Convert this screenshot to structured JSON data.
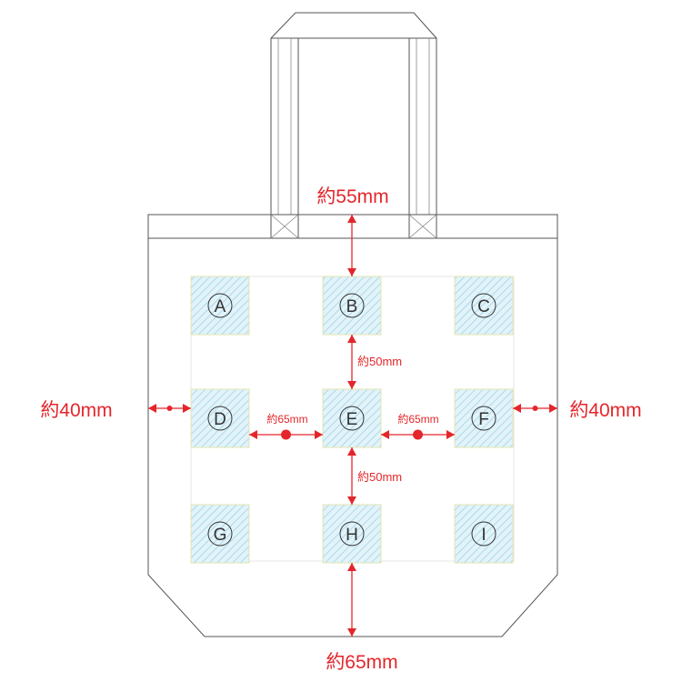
{
  "diagram": {
    "zones": [
      {
        "letter": "A"
      },
      {
        "letter": "B"
      },
      {
        "letter": "C"
      },
      {
        "letter": "D"
      },
      {
        "letter": "E"
      },
      {
        "letter": "F"
      },
      {
        "letter": "G"
      },
      {
        "letter": "H"
      },
      {
        "letter": "I"
      }
    ],
    "dimensions": {
      "top_margin": "約55mm",
      "bottom_margin": "約65mm",
      "left_margin": "約40mm",
      "right_margin": "約40mm",
      "vertical_gap_upper": "約50mm",
      "vertical_gap_lower": "約50mm",
      "horizontal_gap_left": "約65mm",
      "horizontal_gap_right": "約65mm"
    },
    "colors": {
      "dimension": "#e4262b",
      "zone_fill": "#e2f3f9",
      "zone_hatch": "#9fd3e8",
      "zone_border": "#e3e6b0",
      "bag_outline": "#555555"
    }
  }
}
